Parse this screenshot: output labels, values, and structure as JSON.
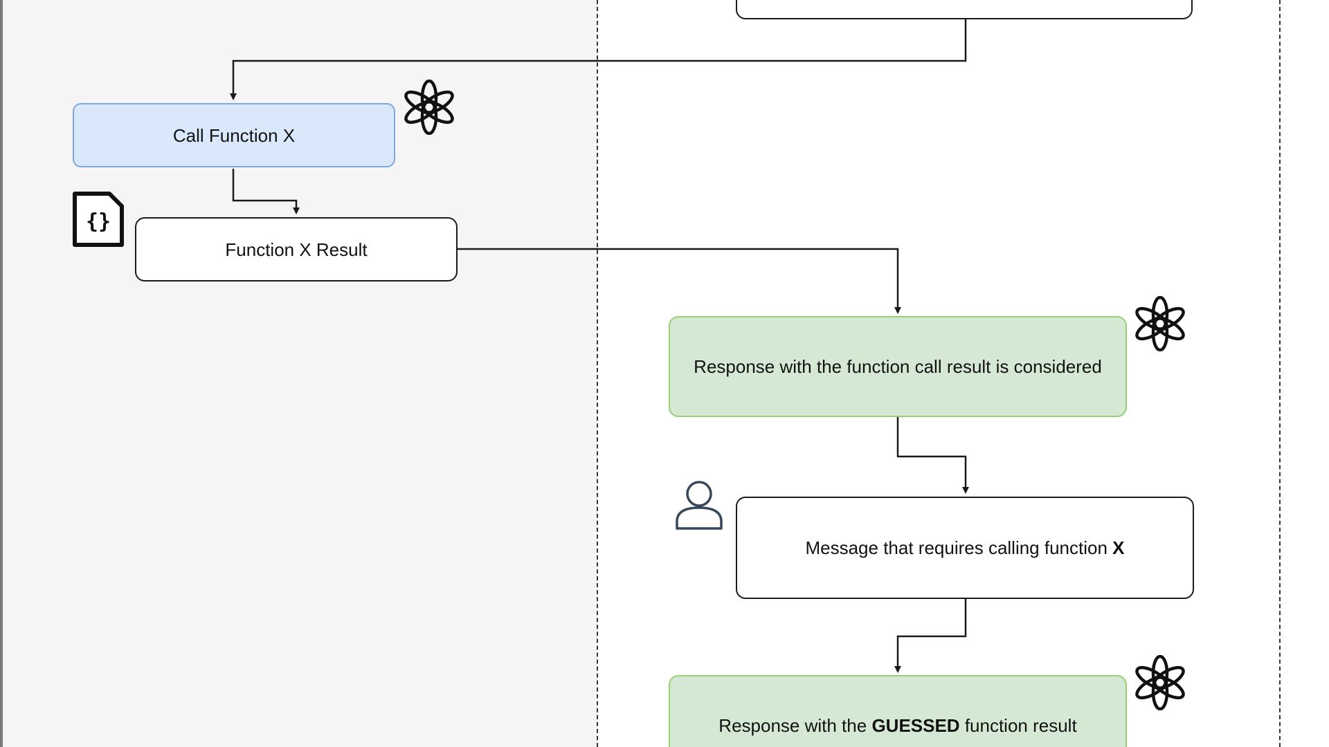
{
  "nodes": {
    "call_function": {
      "label": "Call Function X"
    },
    "function_result": {
      "label": "Function X Result"
    },
    "response_considered": {
      "label": "Response with the function call result is considered"
    },
    "user_message": {
      "before": "Message that requires calling function ",
      "bold": "X"
    },
    "response_guessed": {
      "before": "Response with the ",
      "bold": "GUESSED",
      "after": " function result"
    }
  },
  "icons": {
    "assistant": "openai-logo-icon",
    "user": "user-icon",
    "json": "json-file-icon"
  },
  "colors": {
    "left_lane_background": "#f5f5f5",
    "blue_fill": "#dae8fc",
    "blue_stroke": "#7ea6e0",
    "green_fill": "#d5e8d4",
    "green_stroke": "#97d077",
    "line": "#1a1a1a"
  }
}
